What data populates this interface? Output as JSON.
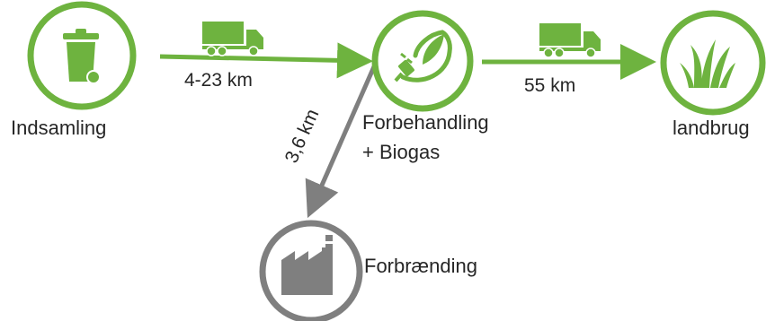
{
  "colors": {
    "green": "#6eb33f",
    "gray": "#7f7f7f",
    "text": "#262626"
  },
  "nodes": {
    "indsamling": {
      "label": "Indsamling",
      "icon": "waste-bin-icon"
    },
    "forbehandling": {
      "label_line1": "Forbehandling",
      "label_line2": "+ Biogas",
      "icon": "leaf-plug-icon"
    },
    "landbrug": {
      "label": "landbrug",
      "icon": "grass-icon"
    },
    "forbraending": {
      "label": "Forbrænding",
      "icon": "factory-icon"
    }
  },
  "edges": {
    "collect_to_biogas": {
      "distance": "4-23 km",
      "transport_icon": "truck-icon"
    },
    "biogas_to_farm": {
      "distance": "55 km",
      "transport_icon": "truck-icon"
    },
    "biogas_to_incineration": {
      "distance": "3,6 km"
    }
  }
}
